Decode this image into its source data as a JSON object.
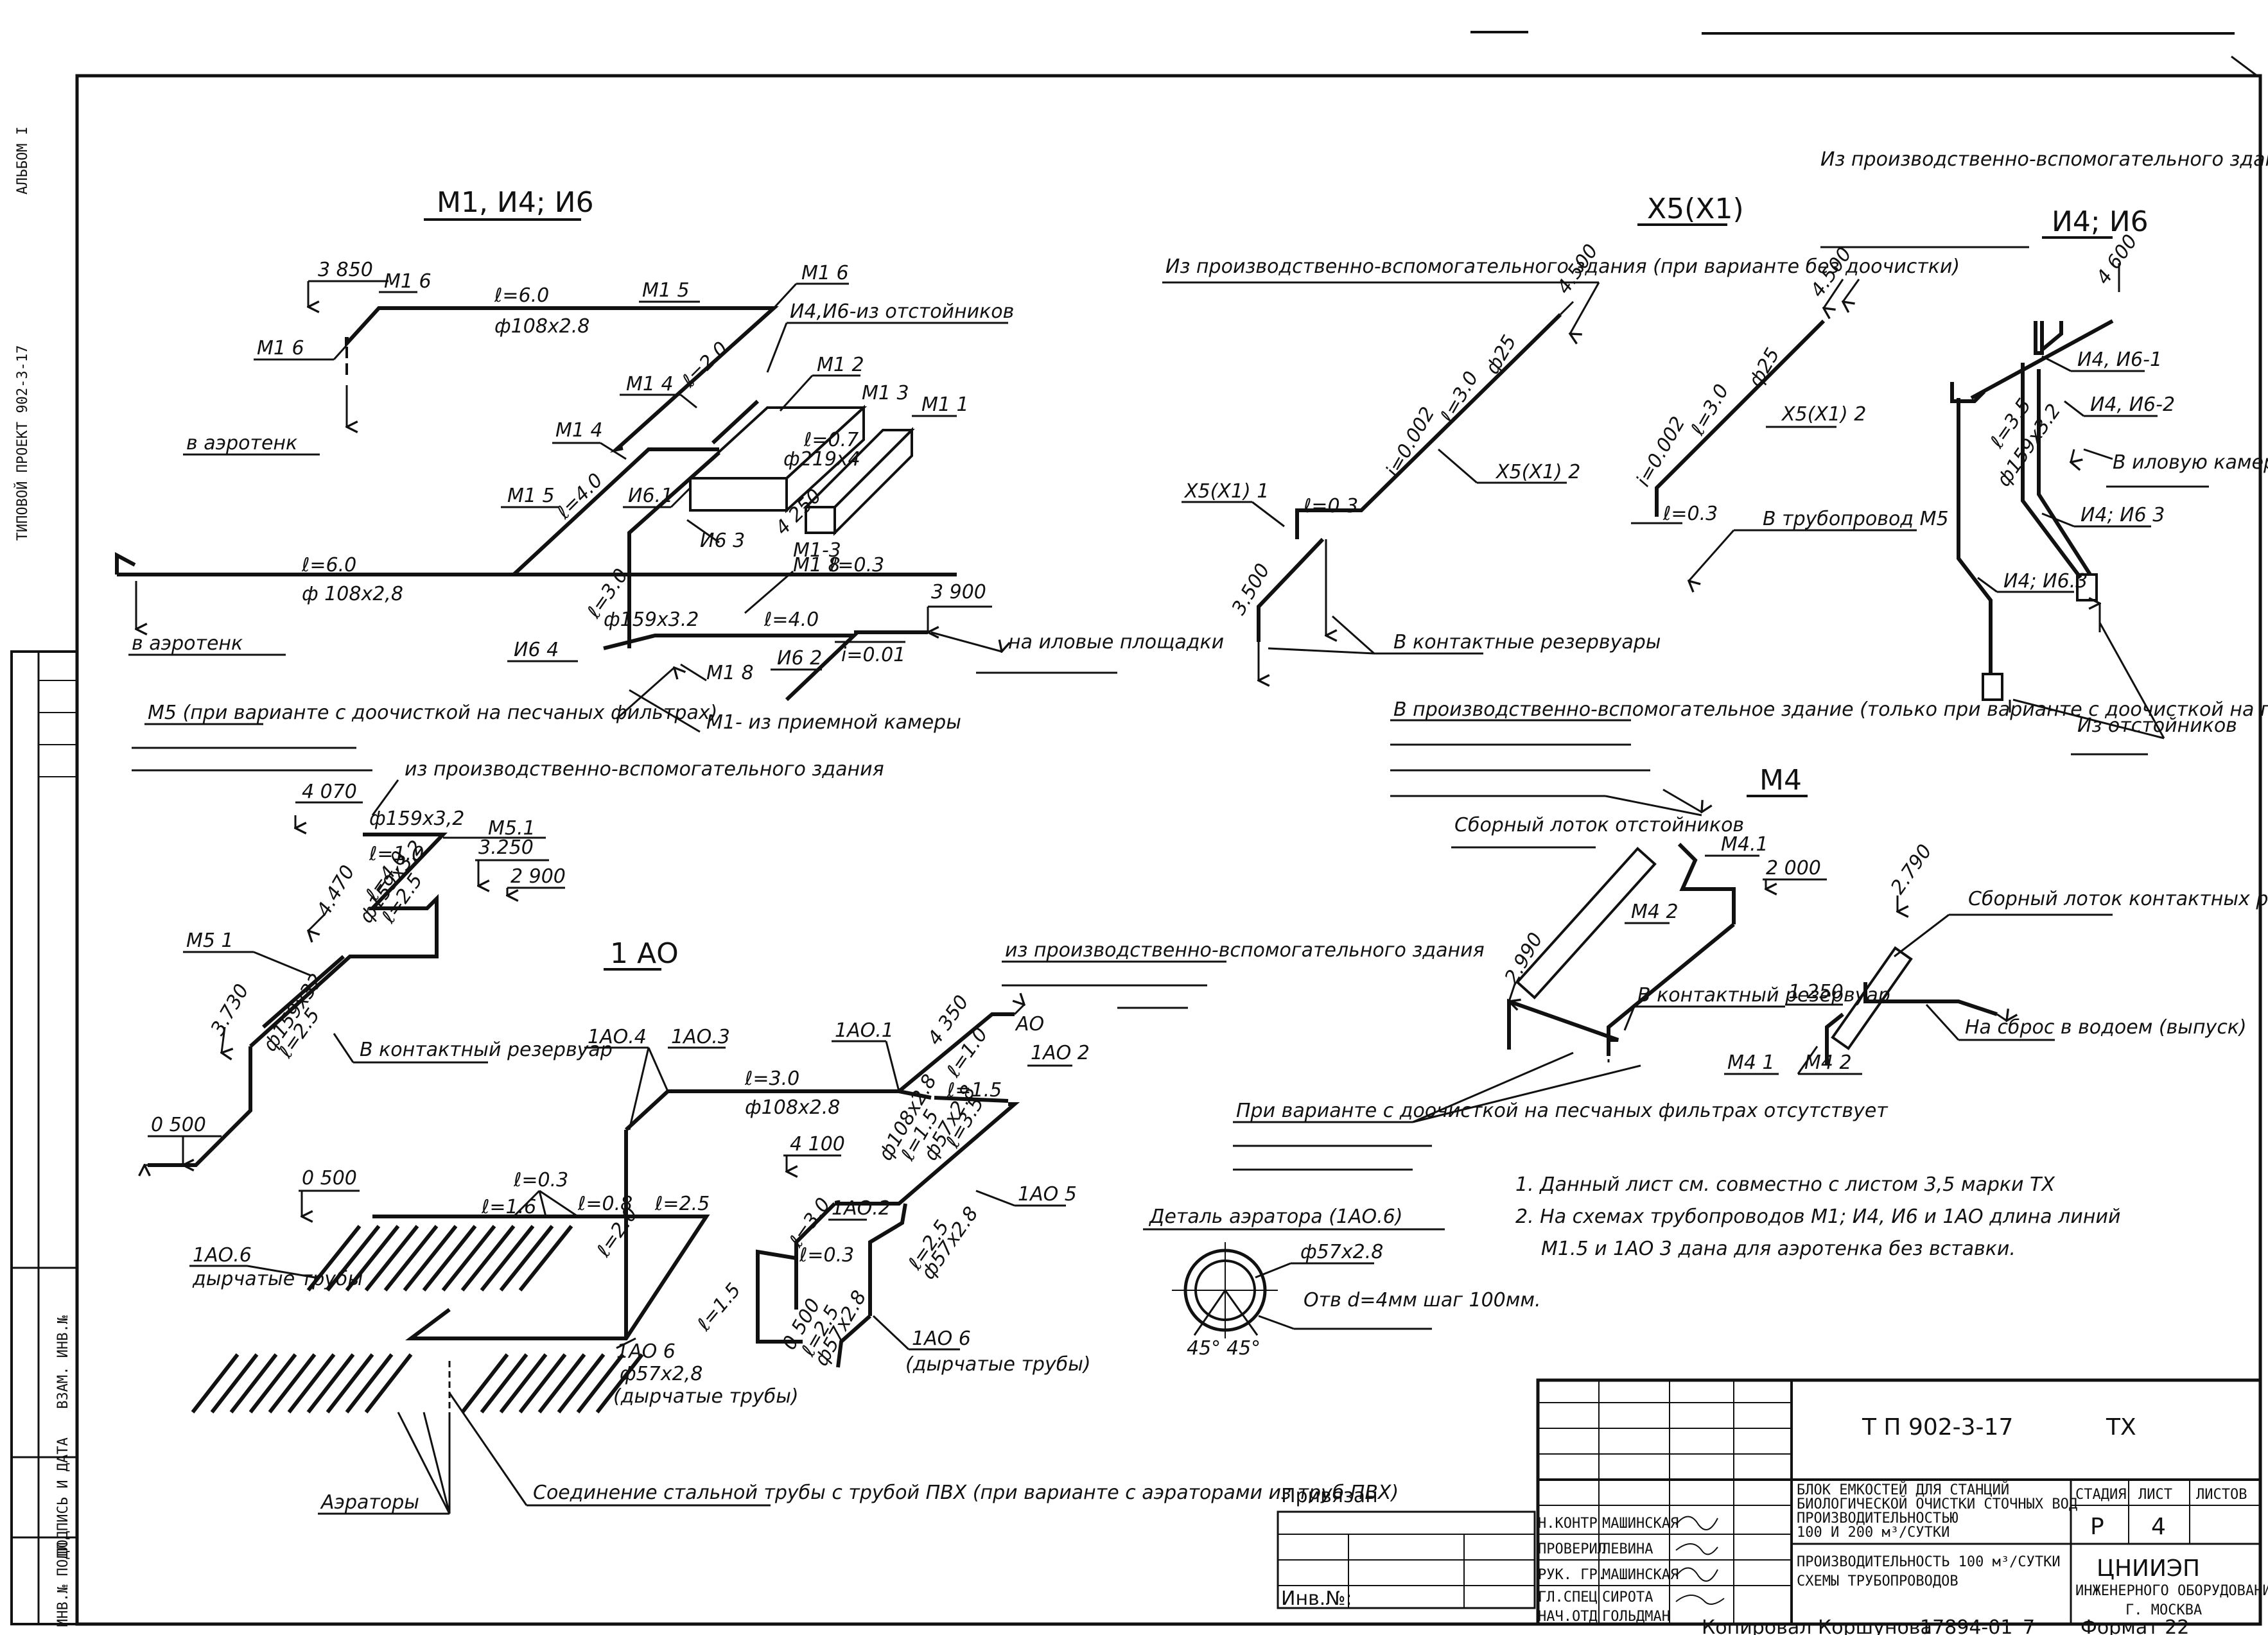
{
  "margin": {
    "album": "АЛЬБОМ I",
    "project": "ТИПОВОЙ ПРОЕКТ 902-3-17",
    "stamp_labels": [
      "ИНВ.№ ПОДЛ.",
      "ПОДПИСЬ И ДАТА",
      "ВЗАМ. ИНВ.№"
    ]
  },
  "m1": {
    "title": "М1, И4; И6",
    "level_3850": "3 850",
    "m16a": "М1 6",
    "m16b": "М1 6",
    "m15a": "М1 5",
    "m15b": "М1 5",
    "m14a": "М1 4",
    "m14b": "М1 4",
    "m16c": "М1 6",
    "m12": "М1 2",
    "m13": "М1 3",
    "m11": "М1 1",
    "m18a": "М1 8",
    "m18b": "М1 8",
    "m13b": "М1-3",
    "l60a": "ℓ=6.0",
    "d108a": "ф108х2.8",
    "l60b": "ℓ=6.0",
    "d108b": "ф 108х2,8",
    "l20": "ℓ=2.0",
    "l40a": "ℓ=4.0",
    "l30": "ℓ=3.0",
    "l40b": "ℓ=4.0",
    "d159": "ф159х3.2",
    "l07": "ℓ=0.7",
    "d219": "ф219х4",
    "l03": "ℓ=0.3",
    "i01": "i=0.01",
    "i61": "И6.1",
    "i63": "И6 3",
    "i62": "И6 2",
    "i64": "И6 4",
    "lvl4250": "4 250",
    "lvl3900": "3 900",
    "n_i4i6": "И4,И6-из отстойников",
    "n_aero1": "в аэротенк",
    "n_aero2": "в аэротенк",
    "n_sludge": "на иловые площадки",
    "n_recv": "М1- из приемной камеры"
  },
  "x5": {
    "title": "Х5(Х1)",
    "lvl4500a": "4.500",
    "lvl4500b": "4.500",
    "lvl3500": "3.500",
    "note_a": "Из производственно-вспомогательного здания (при варианте без доочистки)",
    "note_b": "Из производственно-вспомогательного здания (при варианте с доочисткой на песчаных фильтрах)",
    "x1": "Х5(Х1) 1",
    "x2": "Х5(Х1) 2",
    "x3": "Х5(Х1) 2",
    "i002a": "i=0.002",
    "l30a": "ℓ=3.0",
    "d25a": "ф25",
    "l03a": "ℓ=0.3",
    "i002b": "i=0.002",
    "l30b": "ℓ=3.0",
    "d25b": "ф25",
    "l03b": "ℓ=0.3",
    "n_contact": "В контактные резервуары",
    "n_m5": "В трубопровод М5"
  },
  "i4i6": {
    "title": "И4; И6",
    "lvl4600": "4 600",
    "l35": "ℓ=3.5",
    "d159": "ф159х3.2",
    "r1": "И4, И6-1",
    "r2": "И4, И6-2",
    "r3": "И4; И6 3",
    "r4": "И4; И6.3",
    "n_sludge": "В иловую камеру",
    "n_settle": "Из отстойников"
  },
  "m5": {
    "title": "М5 (при варианте с доочисткой на песчаных фильтрах)",
    "lvl4070": "4 070",
    "lvl4470": "4.470",
    "lvl3250": "3.250",
    "lvl2900": "2 900",
    "lvl3730": "3.730",
    "lvl0500": "0 500",
    "d159a": "ф159х3,2",
    "l10": "ℓ=1.0",
    "m51a": "М5.1",
    "m51b": "М5 1",
    "l40": "ℓ=4.0",
    "d159b": "ф159х3,2",
    "l25a": "ℓ=2.5",
    "d159c": "ф159х32",
    "l25b": "ℓ=2.5",
    "n_from": "из производственно-вспомогательного здания",
    "n_contact": "В контактный резервуар"
  },
  "m4": {
    "title": "М4",
    "n_from": "В производственно-вспомогательное здание (только при варианте с доочисткой на песчаных фильтрах)",
    "n_tray1": "Сборный лоток отстойников",
    "n_tray2": "Сборный лоток контактных резервуаров",
    "m41a": "М4.1",
    "m42a": "М4 2",
    "m41b": "М4 1",
    "m42b": "М4 2",
    "lvl2000": "2 000",
    "lvl2790": "2.790",
    "lvl2990": "2.990",
    "lvl1250": "1 250",
    "n_contact": "В контактный резервуар",
    "n_drop": "На сброс в водоем (выпуск)",
    "n_absent": "При варианте с доочисткой на песчаных фильтрах отсутствует"
  },
  "ao": {
    "title": "1 АО",
    "n_from": "из производственно-вспомогательного здания",
    "ao4": "1АО.4",
    "ao3": "1АО.3",
    "ao1": "1АО.1",
    "ao": "АО",
    "ao2": "1АО 2",
    "ao5": "1АО 5",
    "ao2b": "1АО.2",
    "ao6a": "1АО.6",
    "ao6b": "1АО 6",
    "ao6c": "1АО 6",
    "lvl4350": "4 350",
    "lvl4100": "4 100",
    "lvl0500a": "0 500",
    "lvl0500b": "0 500",
    "l30": "ℓ=3.0",
    "d108": "ф108х2.8",
    "l10": "ℓ=1.0",
    "l15a": "ℓ=1.5",
    "d108b": "ф108х2.8",
    "l15b": "ℓ=1.5",
    "d57a": "ф57х2.8",
    "l35": "ℓ=3.5",
    "l30b": "ℓ=3.0",
    "l03": "ℓ=0.3",
    "l16": "ℓ=1.6",
    "l08": "ℓ=0.8",
    "l25a": "ℓ=2.5",
    "l20": "ℓ=2.0",
    "l15c": "ℓ=1.5",
    "l25b": "ℓ=2.5",
    "d57b": "ф57х2.8",
    "l25c": "ℓ=2.5",
    "d57c": "ф57х2.8",
    "d57d": "ф57х2,8",
    "n_perf1": "дырчатые трубы",
    "n_perf2": "(дырчатые трубы)",
    "n_perf3": "(дырчатые трубы)",
    "n_aerators": "Аэраторы",
    "n_joint": "Соединение стальной трубы с трубой ПВХ (при варианте с аэраторами из труб ПВХ)"
  },
  "detail": {
    "title": "Деталь аэратора (1АО.6)",
    "d57": "ф57х2.8",
    "holes": "Отв d=4мм шаг 100мм.",
    "a1": "45°",
    "a2": "45°"
  },
  "notes": [
    "1. Данный лист см. совместно с листом 3,5 марки ТХ",
    "2. На схемах трубопроводов М1; И4, И6 и 1АО длина линий",
    "М1.5 и 1АО 3 дана для аэротенка без вставки."
  ],
  "stamp": {
    "code": "Т П 902-3-17",
    "mark": "ТХ",
    "privyazan": "Привязан",
    "inv": "Инв.№:",
    "roles": [
      "Н.КОНТР",
      "ПРОВЕРИЛ",
      "РУК. ГР.",
      "ГЛ.СПЕЦ",
      "НАЧ.ОТД"
    ],
    "names": [
      "МАШИНСКАЯ",
      "ЛЕВИНА",
      "МАШИНСКАЯ",
      "СИРОТА",
      "ГОЛЬДМАН"
    ],
    "desc": [
      "БЛОК ЕМКОСТЕЙ ДЛЯ СТАНЦИЙ",
      "БИОЛОГИЧЕСКОЙ ОЧИСТКИ СТОЧНЫХ ВОД",
      "ПРОИЗВОДИТЕЛЬНОСТЬЮ",
      "100 И 200 м³/СУТКИ"
    ],
    "sheet_desc": [
      "ПРОИЗВОДИТЕЛЬНОСТЬ 100 м³/СУТКИ",
      "СХЕМЫ ТРУБОПРОВОДОВ"
    ],
    "stage_h": "СТАДИЯ",
    "list_h": "ЛИСТ",
    "lists_h": "ЛИСТОВ",
    "stage": "Р",
    "list": "4",
    "org": "ЦНИИЭП",
    "org2": "ИНЖЕНЕРНОГО ОБОРУДОВАНИЯ",
    "city": "Г. МОСКВА",
    "copied": "Копировал Коршунова",
    "num": "17894-01",
    "seven": "7",
    "format": "Формат 22"
  }
}
